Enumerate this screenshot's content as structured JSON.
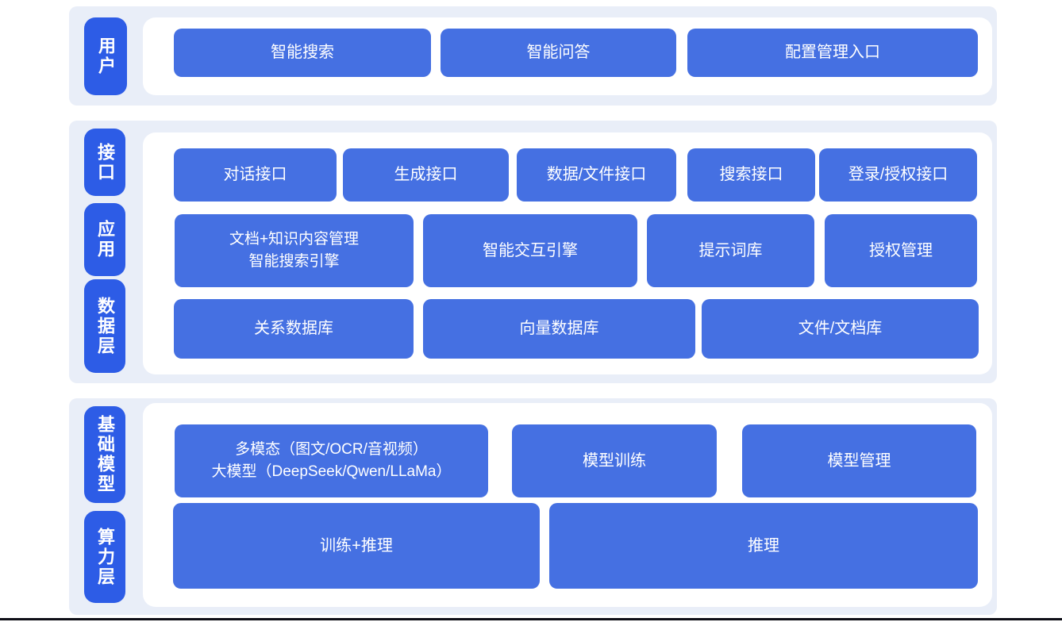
{
  "colors": {
    "band_background": "#e9eef8",
    "panel_background": "#ffffff",
    "block_blue": "#4570e2",
    "pill_blue": "#2d5ce6",
    "text": "#ffffff",
    "bottom_bar": "#0e0e16"
  },
  "layers": [
    {
      "pills": [
        "用户"
      ],
      "rows": [
        [
          "智能搜索",
          "智能问答",
          "配置管理入口"
        ]
      ]
    },
    {
      "pills": [
        "接口",
        "应用",
        "数据层"
      ],
      "rows": [
        [
          "对话接口",
          "生成接口",
          "数据/文件接口",
          "搜索接口",
          "登录/授权接口"
        ],
        [
          "文档+知识内容管理\n智能搜索引擎",
          "智能交互引擎",
          "提示词库",
          "授权管理"
        ],
        [
          "关系数据库",
          "向量数据库",
          "文件/文档库"
        ]
      ]
    },
    {
      "pills": [
        "基础模型",
        "算力层"
      ],
      "rows": [
        [
          "多模态（图文/OCR/音视频）\n大模型（DeepSeek/Qwen/LLaMa）",
          "模型训练",
          "模型管理"
        ],
        [
          "训练+推理",
          "推理"
        ]
      ]
    }
  ]
}
